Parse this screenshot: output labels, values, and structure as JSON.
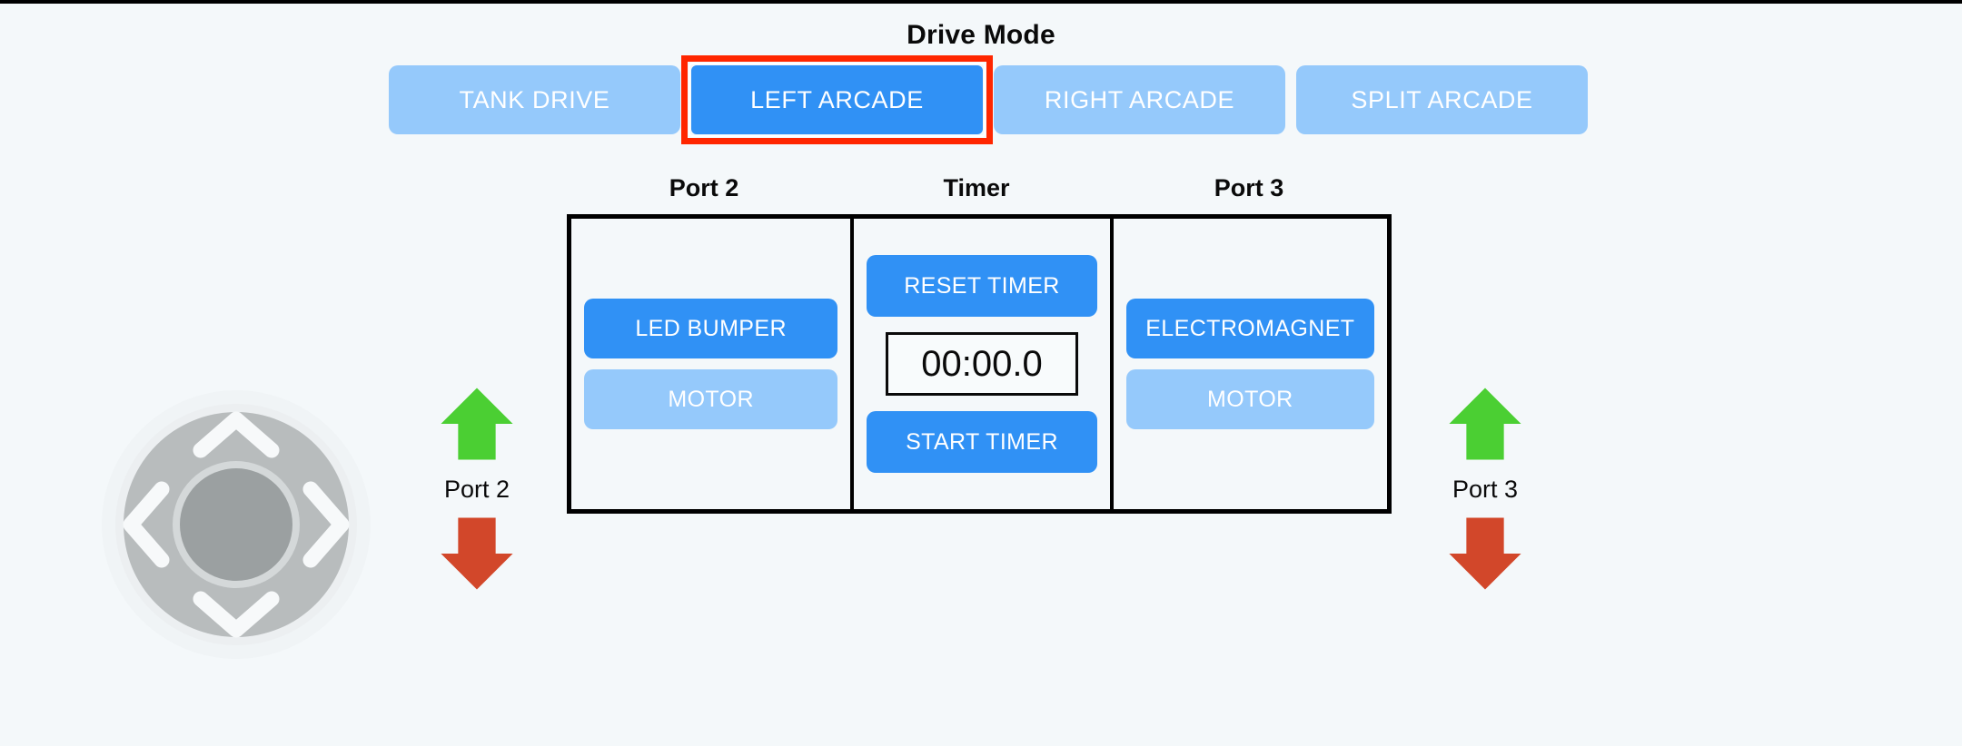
{
  "header": {
    "title": "Drive Mode"
  },
  "drive_modes": [
    {
      "label": "TANK DRIVE",
      "selected": false,
      "highlighted": false
    },
    {
      "label": "LEFT ARCADE",
      "selected": true,
      "highlighted": true
    },
    {
      "label": "RIGHT ARCADE",
      "selected": false,
      "highlighted": false
    },
    {
      "label": "SPLIT ARCADE",
      "selected": false,
      "highlighted": false
    }
  ],
  "captions": {
    "port2": "Port 2",
    "timer": "Timer",
    "port3": "Port 3"
  },
  "port2_panel": {
    "buttons": [
      {
        "label": "LED BUMPER",
        "state": "on"
      },
      {
        "label": "MOTOR",
        "state": "off"
      }
    ]
  },
  "timer_panel": {
    "reset_label": "RESET TIMER",
    "display": "00:00.0",
    "start_label": "START TIMER"
  },
  "port3_panel": {
    "buttons": [
      {
        "label": "ELECTROMAGNET",
        "state": "on"
      },
      {
        "label": "MOTOR",
        "state": "off"
      }
    ]
  },
  "port2_control": {
    "up_icon": "arrow-up-icon",
    "label": "Port 2",
    "down_icon": "arrow-down-icon"
  },
  "port3_control": {
    "up_icon": "arrow-up-icon",
    "label": "Port 3",
    "down_icon": "arrow-down-icon"
  },
  "dpad": {
    "icon": "dpad-joystick",
    "up": "dpad-up-chevron",
    "down": "dpad-down-chevron",
    "left": "dpad-left-chevron",
    "right": "dpad-right-chevron",
    "center": "dpad-center-knob"
  },
  "colors": {
    "background": "#f4f8fa",
    "accent_active": "#3091f5",
    "accent_inactive": "#95c9fb",
    "selection_ring": "#ff2600",
    "arrow_up": "#4bcf33",
    "arrow_down": "#d2472a",
    "panel_border": "#000000",
    "dpad_ring": "#b8bcbd",
    "dpad_center": "#9ba0a1",
    "text_dark": "#0a0a0a",
    "text_light": "#ffffff"
  }
}
